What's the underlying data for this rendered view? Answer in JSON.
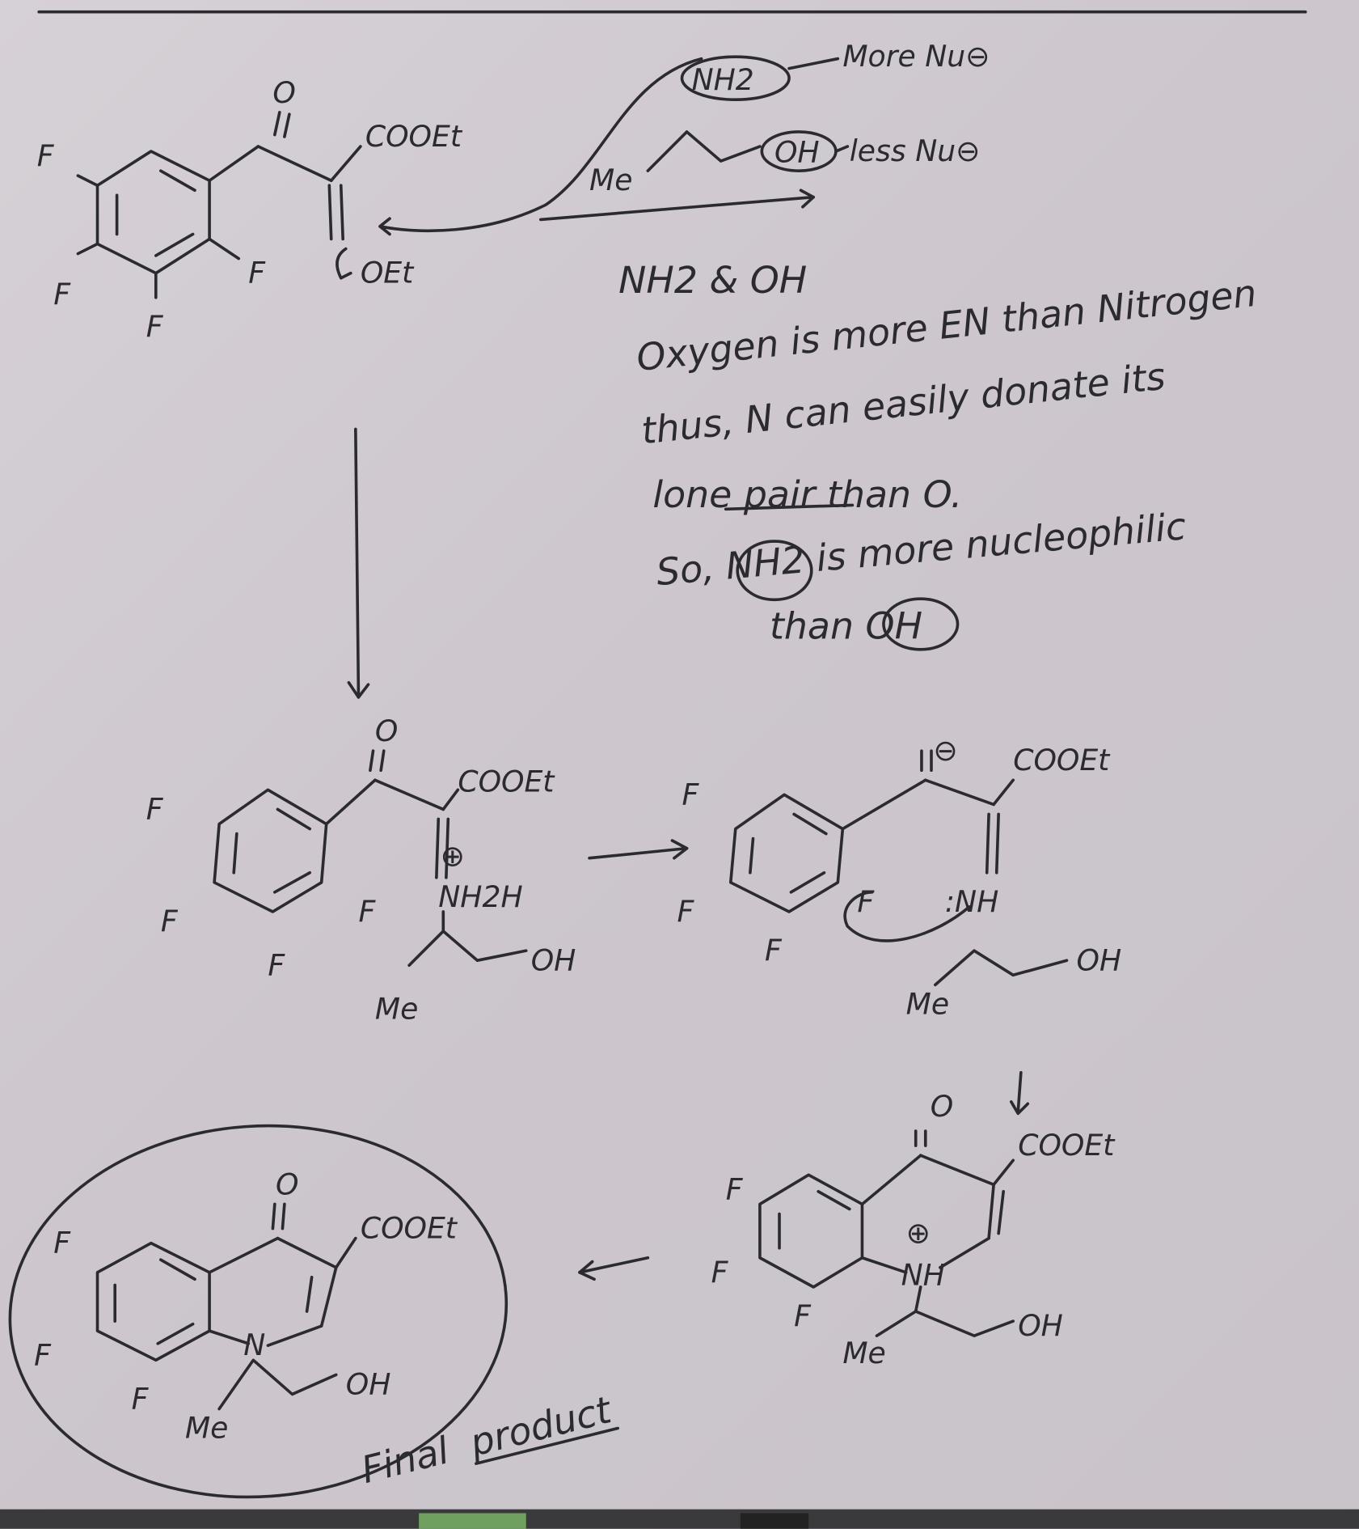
{
  "reactant": {
    "carbonyl_o": "O",
    "ester": "COOEt",
    "leaving_group": "OEt",
    "fluorines": [
      "F",
      "F",
      "F",
      "F"
    ]
  },
  "reagent": {
    "amine": "NH2",
    "amine_note": "More Nu⊖",
    "methyl": "Me",
    "hydroxyl": "OH",
    "hydroxyl_note": "less Nu⊖"
  },
  "explanation": {
    "comparison": "NH2 & OH",
    "lines": [
      "Oxygen is more EN than Nitrogen",
      "thus, N can easily donate its",
      "lone pair than O.",
      "So, NH2 is more nucleophilic",
      "than OH"
    ]
  },
  "intermediate_1": {
    "carbonyl_o": "O",
    "ester": "COOEt",
    "amine": "NH2H",
    "charge": "⊕",
    "hydroxyl": "OH",
    "methyl": "Me",
    "fluorines": [
      "F",
      "F",
      "F",
      "F"
    ]
  },
  "intermediate_2": {
    "carbonyl_o": "⊖",
    "ester": "COOEt",
    "amine": ":NH",
    "leaving_f": "F",
    "hydroxyl": "OH",
    "methyl": "Me",
    "fluorines": [
      "F",
      "F",
      "F"
    ]
  },
  "intermediate_3": {
    "carbonyl_o": "O",
    "ester": "COOEt",
    "amine": "NH",
    "charge": "⊕",
    "hydroxyl": "OH",
    "methyl": "Me",
    "fluorines": [
      "F",
      "F",
      "F"
    ]
  },
  "final_product": {
    "carbonyl_o": "O",
    "ester": "COOEt",
    "nitrogen": "N",
    "hydroxyl": "OH",
    "methyl": "Me",
    "fluorines": [
      "F",
      "F",
      "F"
    ],
    "caption_1": "Final",
    "caption_2": "product"
  },
  "colors": {
    "paper": "#cfc9cf",
    "ink": "#2b2a2e"
  }
}
